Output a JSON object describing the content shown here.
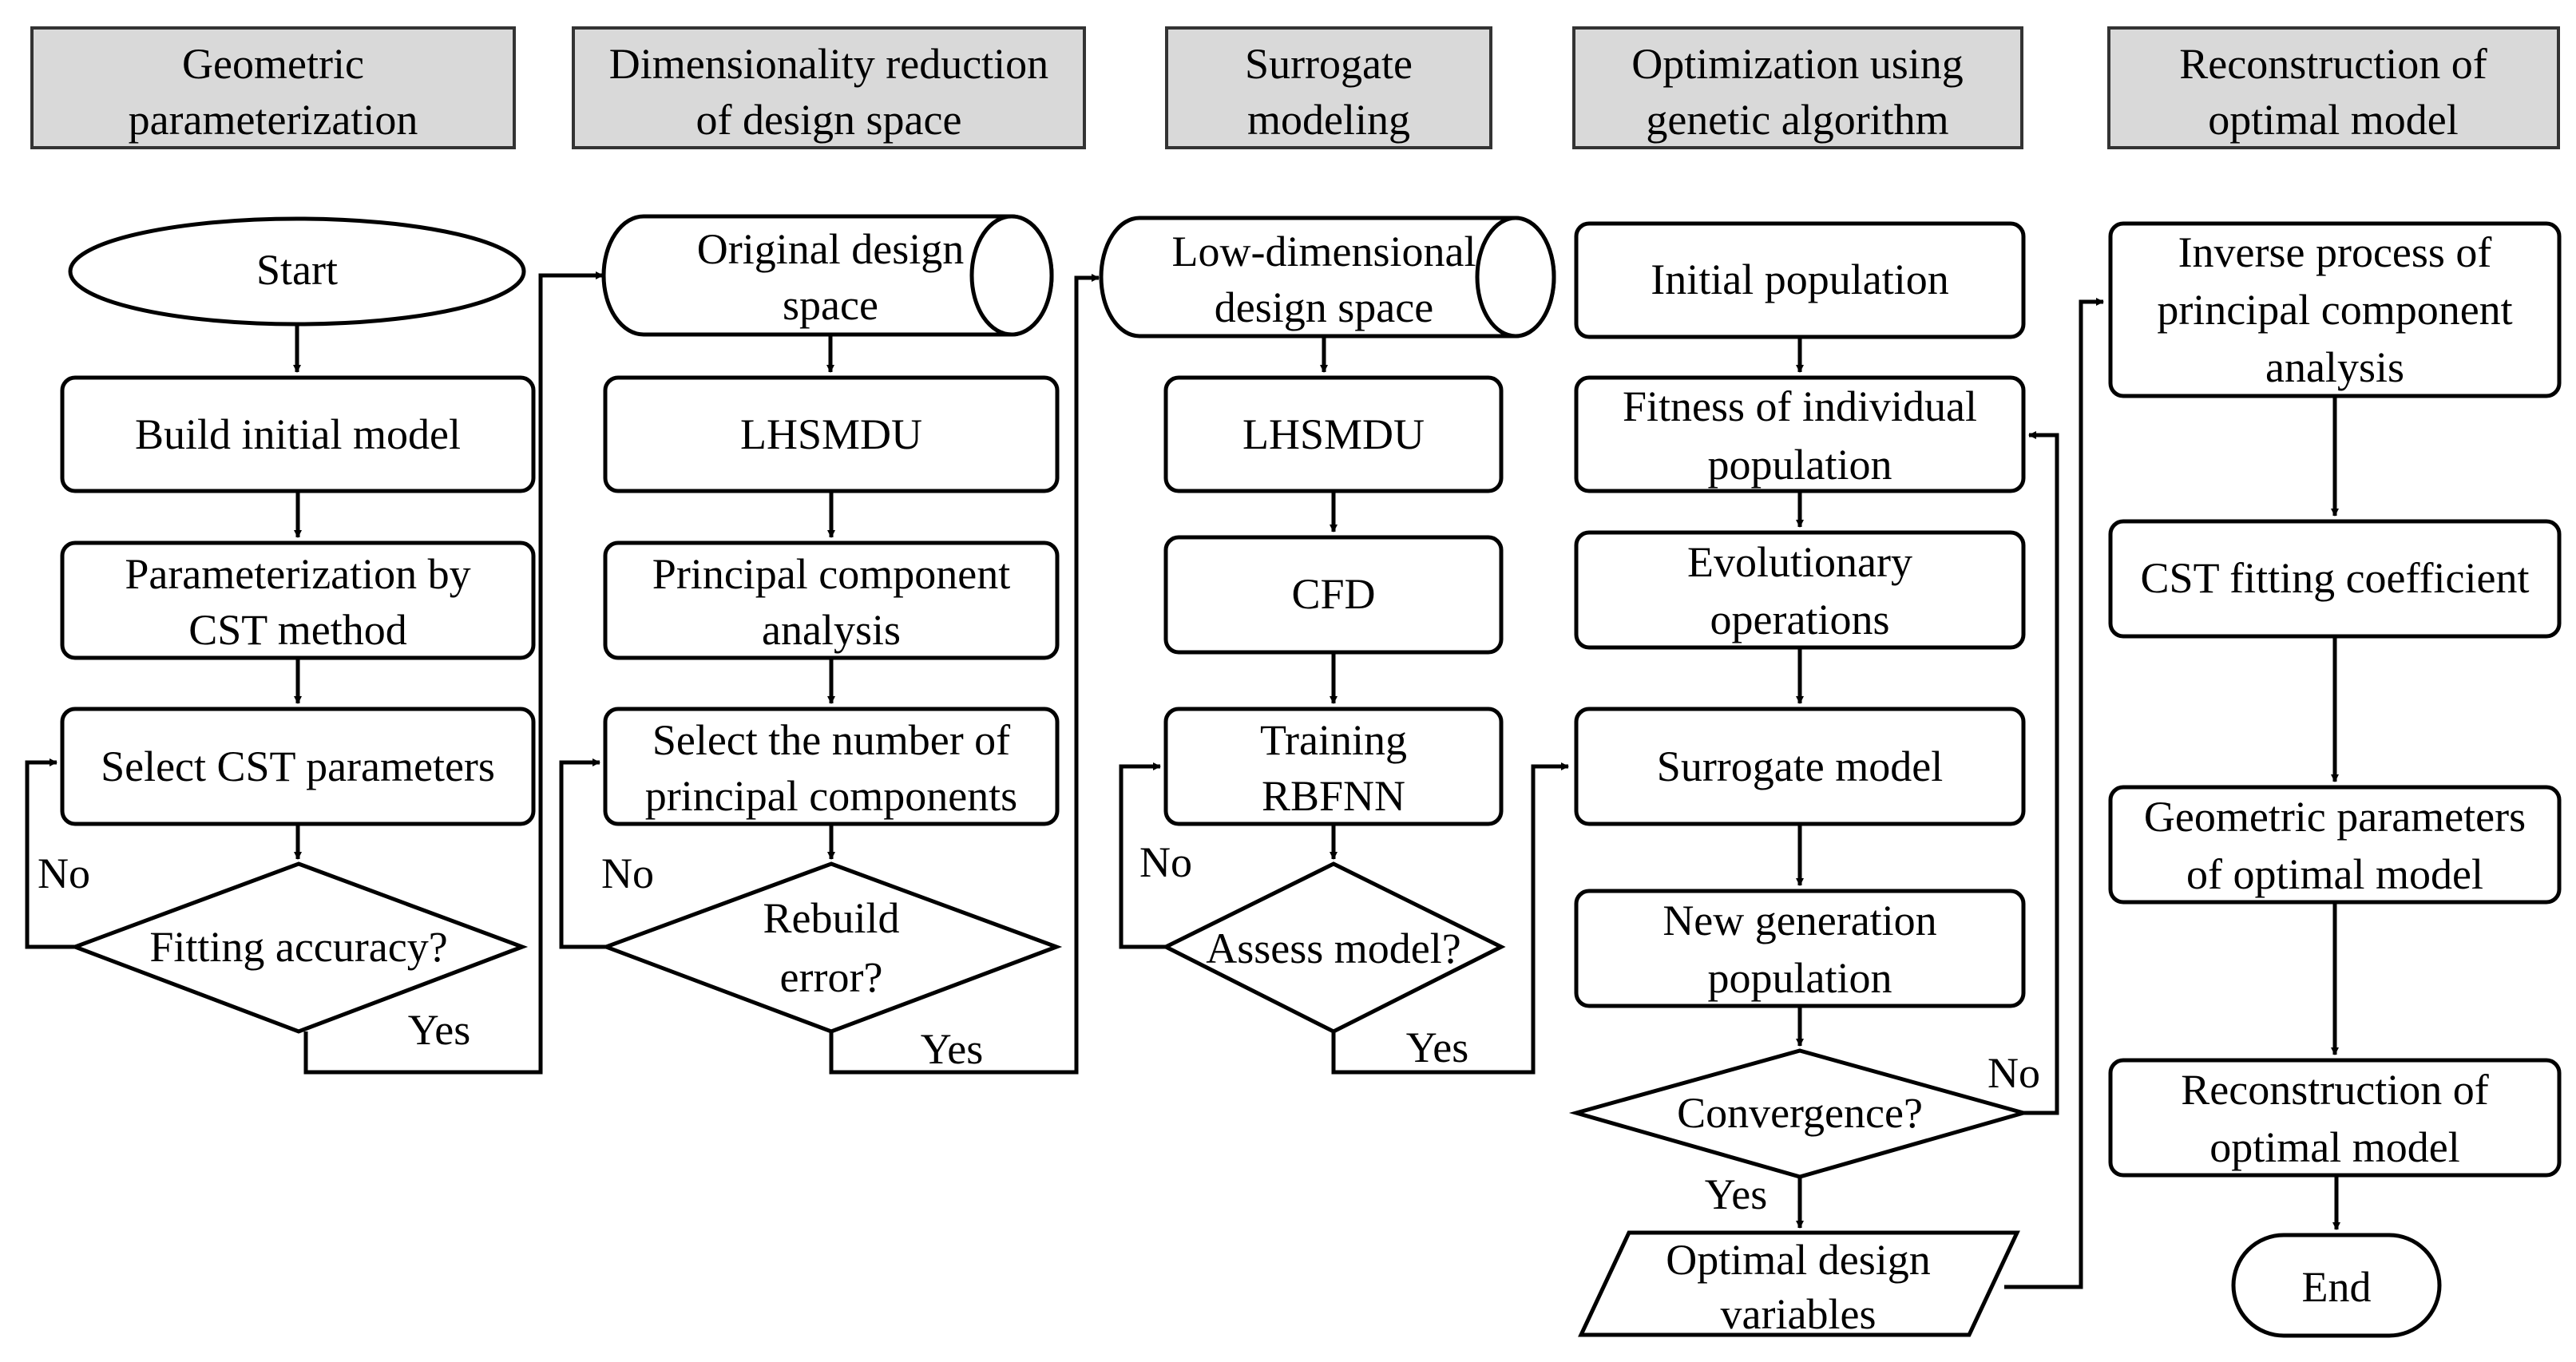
{
  "stages": {
    "s1": {
      "l1": "Geometric",
      "l2": "parameterization"
    },
    "s2": {
      "l1": "Dimensionality reduction",
      "l2": "of design space"
    },
    "s3": {
      "l1": "Surrogate",
      "l2": "modeling"
    },
    "s4": {
      "l1": "Optimization using",
      "l2": "genetic algorithm"
    },
    "s5": {
      "l1": "Reconstruction of",
      "l2": "optimal model"
    }
  },
  "col1": {
    "start": "Start",
    "build": "Build initial model",
    "param_l1": "Parameterization by",
    "param_l2": "CST method",
    "select": "Select CST parameters",
    "fitting": "Fitting accuracy?",
    "no": "No",
    "yes": "Yes"
  },
  "col2": {
    "orig_l1": "Original design",
    "orig_l2": "space",
    "lhsmdu": "LHSMDU",
    "pca_l1": "Principal component",
    "pca_l2": "analysis",
    "sel_l1": "Select the number of",
    "sel_l2": "principal components",
    "rebuild_l1": "Rebuild",
    "rebuild_l2": "error?",
    "no": "No",
    "yes": "Yes"
  },
  "col3": {
    "low_l1": "Low-dimensional",
    "low_l2": "design space",
    "lhsmdu": "LHSMDU",
    "cfd": "CFD",
    "train_l1": "Training",
    "train_l2": "RBFNN",
    "assess": "Assess model?",
    "no": "No",
    "yes": "Yes"
  },
  "col4": {
    "init": "Initial population",
    "fit_l1": "Fitness of individual",
    "fit_l2": "population",
    "evo_l1": "Evolutionary",
    "evo_l2": "operations",
    "surr": "Surrogate model",
    "newgen_l1": "New generation",
    "newgen_l2": "population",
    "conv": "Convergence?",
    "no": "No",
    "yes": "Yes",
    "opt_l1": "Optimal design",
    "opt_l2": "variables"
  },
  "col5": {
    "inv_l1": "Inverse process of",
    "inv_l2": "principal component",
    "inv_l3": "analysis",
    "cst": "CST fitting coefficient",
    "geo_l1": "Geometric parameters",
    "geo_l2": "of optimal model",
    "rec_l1": "Reconstruction of",
    "rec_l2": "optimal model",
    "end": "End"
  }
}
